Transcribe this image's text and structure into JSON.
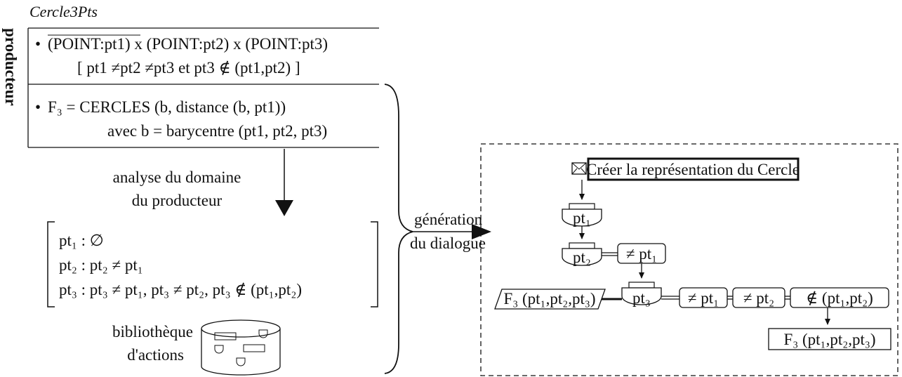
{
  "producer": {
    "title": "Cercle3Pts",
    "side_label": "producteur",
    "signature_line1": "(POINT:pt1) x (POINT:pt2) x (POINT:pt3)",
    "signature_line2": "[ pt1 ≠pt2 ≠pt3 et pt3 ∉ (pt1,pt2) ]",
    "function_line1": "F₃ = CERCLES (b, distance (b, pt1))",
    "function_line2": "avec b = barycentre (pt1, pt2, pt3)",
    "bullet": "•"
  },
  "analysis": {
    "label_line1": "analyse du domaine",
    "label_line2": "du producteur"
  },
  "domain": {
    "row1": "pt₁ : ∅",
    "row2": "pt₂ : pt₂ ≠ pt₁",
    "row3": "pt₃ : pt₃ ≠ pt₁, pt₃ ≠ pt₂, pt₃ ∉ (pt₁,pt₂)"
  },
  "library": {
    "label_line1": "bibliothèque",
    "label_line2": "d'actions"
  },
  "generation": {
    "label_line1": "génération",
    "label_line2": "du dialogue"
  },
  "dialogue": {
    "start_icon": "envelope-icon",
    "start_label": "Créer la représentation du Cercle",
    "node_pt1": "pt₁",
    "node_pt2": "pt₂",
    "node_pt3": "pt₃",
    "constraint_pt2": "≠ pt₁",
    "constraint_pt3_a": "≠ pt₁",
    "constraint_pt3_b": "≠ pt₂",
    "constraint_pt3_c": "∉ (pt₁,pt₂)",
    "output_left": "F₃ (pt₁,pt₂,pt₃)",
    "output_bottom": "F₃ (pt₁,pt₂,pt₃)"
  }
}
